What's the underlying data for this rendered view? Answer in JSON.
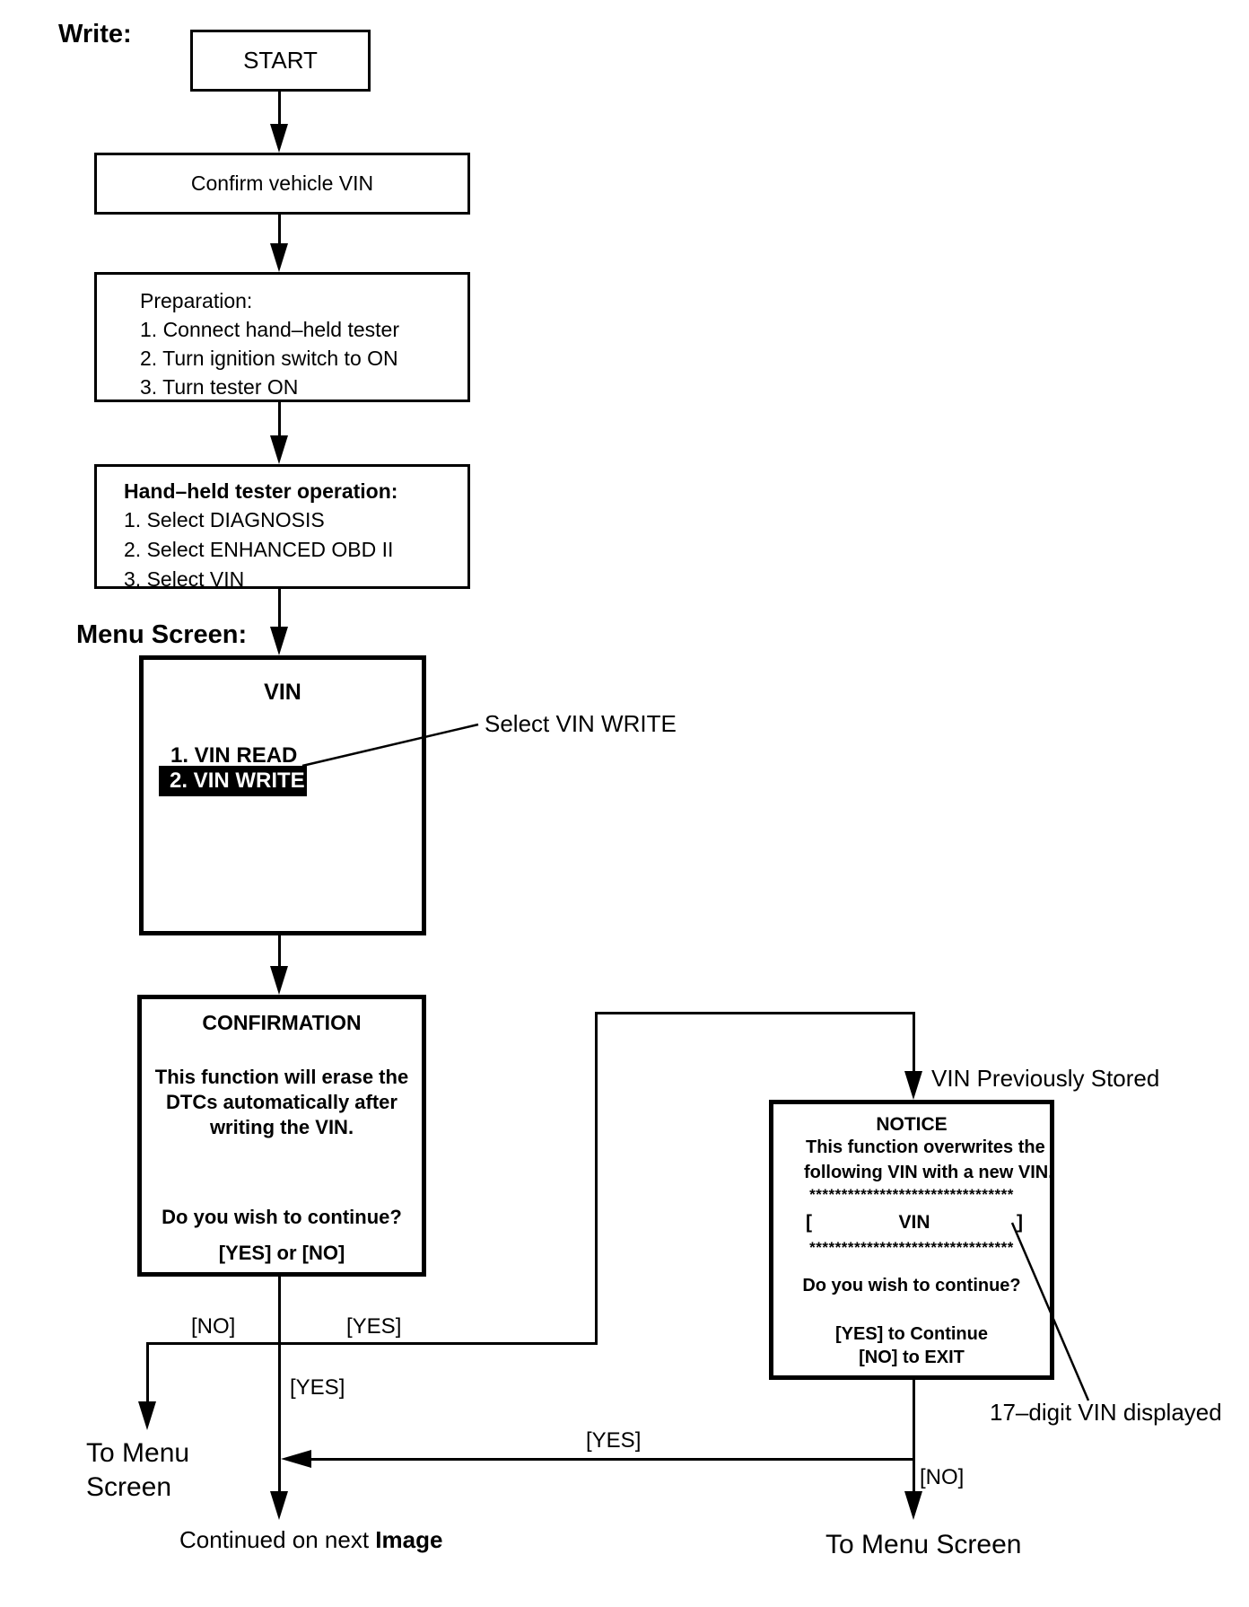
{
  "headers": {
    "write": "Write:",
    "menu_screen": "Menu Screen:"
  },
  "flow": {
    "start": "START",
    "confirm_vin": "Confirm vehicle VIN",
    "preparation": {
      "title": "Preparation:",
      "steps": [
        "1. Connect hand–held tester",
        "2. Turn ignition switch to ON",
        "3. Turn tester ON"
      ]
    },
    "tester_operation": {
      "title": "Hand–held tester operation:",
      "steps": [
        "1. Select DIAGNOSIS",
        "2. Select ENHANCED OBD II",
        "3. Select VIN"
      ]
    }
  },
  "vin_menu": {
    "title": "VIN",
    "item_read": "1. VIN READ",
    "item_write": "2. VIN WRITE",
    "callout": "Select VIN WRITE",
    "highlight_color": "#000000",
    "highlight_text_color": "#ffffff"
  },
  "confirmation_screen": {
    "title": "CONFIRMATION",
    "body_lines": [
      "This function will erase the",
      "DTCs automatically after",
      "writing the VIN."
    ],
    "question": "Do you wish to continue?",
    "options": "[YES] or [NO]"
  },
  "notice_screen": {
    "title": "NOTICE",
    "line1": "This function overwrites the",
    "line2": "following VIN with a new VIN.",
    "stars": "********************************",
    "vin_open": "[",
    "vin_label": "VIN",
    "vin_close": "]",
    "question": "Do you wish to continue?",
    "yes_line": "[YES] to Continue",
    "no_line": "[NO] to EXIT",
    "stored_note": "VIN Previously Stored",
    "digits_note": "17–digit VIN displayed"
  },
  "branch_labels": {
    "no_confirm": "[NO]",
    "yes_confirm_right": "[YES]",
    "yes_confirm_down": "[YES]",
    "yes_notice_return": "[YES]",
    "no_notice": "[NO]"
  },
  "endpoints": {
    "to_menu_left_line1": "To Menu",
    "to_menu_left_line2": "Screen",
    "to_menu_right": "To Menu Screen",
    "continued_prefix": "Continued on next ",
    "continued_bold": "Image"
  }
}
